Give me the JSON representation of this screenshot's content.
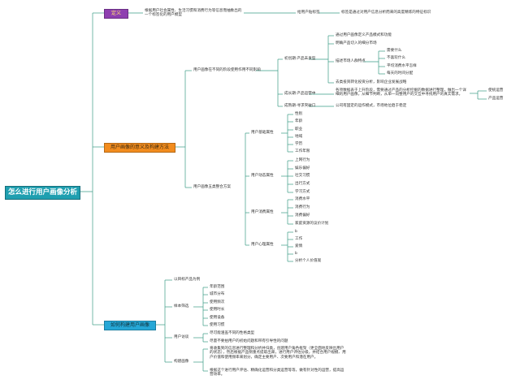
{
  "colors": {
    "root": "#1f9fb0",
    "definition": "#8e3fb0",
    "meaning": "#f28c1e",
    "build": "#25a7d6",
    "line": "#3a9b86"
  },
  "root": "怎么进行用户画像分析",
  "definition": {
    "label": "定义",
    "text": "根据用户社会属性、生活习惯和消费行为等信息而抽象出的一个标签化的用户模型",
    "note": "给用户贴标签",
    "note_detail": "标签是通过对用户信息分析而来的高度精炼的特征标识"
  },
  "meaning": {
    "label": "用户画像的意义及构建方法",
    "significance": {
      "label": "用户画像在不同的阶段使用作用不同影响",
      "stage1": {
        "label": "初创期-产品未发型",
        "items": [
          "通过用户画像定义产品模式和功能",
          "明确产品切入的细分市场"
        ],
        "core": {
          "label": "描述市场人群特点",
          "items": [
            "需要什么",
            "不喜欢什么",
            "平均消费水平怎样",
            "每天的时间分配"
          ]
        },
        "investor": "去类投资转化投资分析，影响企业发展战略"
      },
      "stage2": {
        "label": "成长期-产品运营中",
        "text": "各项数据表于上升阶段，需要通过产品的分析挖掘的数据进行整理，做出一个详细的用户画像，从细节判断，从单一向整用户的交互中寻找用户的真实需求。",
        "branches": [
          "使统运营",
          "产品运营"
        ]
      },
      "stage3": {
        "label": "成熟期-寻求突破口",
        "text": "公司有固定的运作模式，市场地位趋于稳定"
      }
    },
    "structure": {
      "label": "用户画像五类整合方案",
      "basic": {
        "label": "用户基础属性",
        "items": [
          "性别",
          "年龄",
          "职业",
          "地域",
          "学历",
          "工作年限"
        ]
      },
      "behavior": {
        "label": "用户动态属性",
        "items": [
          "上网行为",
          "娱乐偏好",
          "社交习惯",
          "出行方式",
          "学习方式"
        ]
      },
      "consume": {
        "label": "用户消费属性",
        "items": [
          "消费水平",
          "消费行为",
          "消费偏好",
          "家庭资源的议价计划"
        ]
      },
      "psych": {
        "label": "用户心理属性",
        "items": [
          "b",
          "工作",
          "爱情",
          "b",
          "分析个人价值观"
        ]
      }
    }
  },
  "build": {
    "label": "如何构建用户画像",
    "scope": "以目标产品为例",
    "sample": {
      "label": "样本筛选",
      "items": [
        "年龄范围",
        "城市分布",
        "使用频次",
        "使用时长",
        "使用设备",
        "使用习惯"
      ]
    },
    "interview": {
      "label": "用户访谈",
      "items": [
        "尽可能涵盖不同的性格类型",
        "尽量不要拍用户的初始问题和带有引导性的问题"
      ]
    },
    "model": {
      "label": "构建画像",
      "text1": "将收集到的信息进行整理和分析并归类，创建用户角色框架（更全面地反映出用户的状态），然后根据产品侧重点提取出来，进行用户评估分级，并结合用户规模、用户价值和使用频率来划分，确定主要用户、次要用户和潜在用户。",
      "text2": "根据这个进行用户评估、精确化运营和分类运营等等，做有针对性的运营，提高运营效率。"
    }
  }
}
